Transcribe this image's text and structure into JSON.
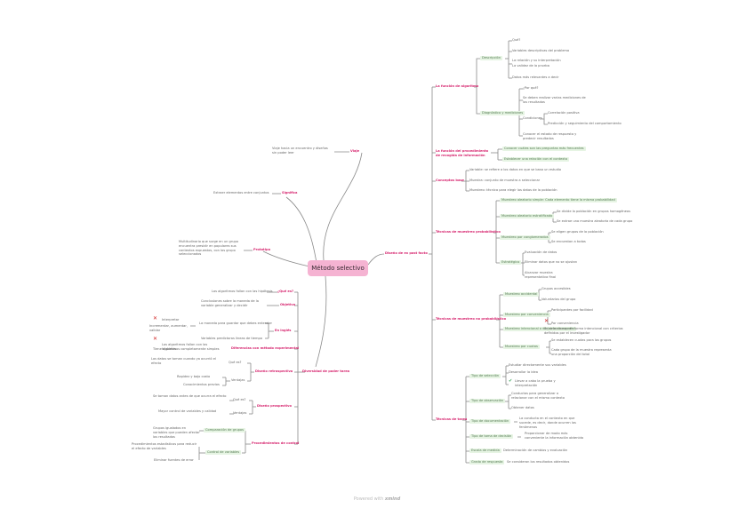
{
  "root": "Método selectivo",
  "left": {
    "viaje": {
      "label": "Viaje",
      "text": "Viaje hacia un encuentro y diseños sin poder leer"
    },
    "significa": {
      "label": "Significa",
      "text": "Extraer elementos entre conjuntos"
    },
    "prototipo": {
      "label": "Prototipo",
      "text": "Multitudinario que surge en un grupo encuentra presidir en populares sus contextos expuestos, con los grupo seleccionados"
    },
    "diversidad": {
      "label": "Diversidad de poder tarea",
      "que_es": {
        "label": "¿Qué es?",
        "text": "Los algoritmos fallan con las hipótesis"
      },
      "objetivo": {
        "label": "Objetivo",
        "text": "Conclusiones sobre la moneda de la variable generalizar y decidir"
      },
      "en_ingles": {
        "label": "En inglés",
        "items": [
          "La moneda para guardar que debes entender",
          "Incrementar, aumentar, validar",
          "Variables predictoras lineas de tiempo"
        ],
        "marked": "Interpretar",
        "marked_note": "Los algoritmos fallan con las hipótesis"
      },
      "diferencias": {
        "label": "Diferencias con método experimental",
        "text": "Tiene algoritmos completamente simples"
      },
      "retrospectivo": {
        "label": "Diseño retrospectivo",
        "a": "Los datos se toman cuando ya ocurrió el efecto",
        "a_label": "Qué es?",
        "b_label": "Ventajas",
        "b1": "Rapidez y bajo costo",
        "b2": "Conocimientos previos"
      },
      "prospectivo": {
        "label": "Diseño prospectivo",
        "a": "Se toman datos antes de que ocurra el efecto",
        "a_label": "Qué es?",
        "b": "Mayor control de variables y calidad",
        "b_label": "Ventajas"
      },
      "procedimientos": {
        "label": "Procedimientos de control",
        "c1": "Comparación de grupos",
        "c1_text": "Grupos igualados en variables que pueden afectar los resultados",
        "c2": "Control de variables",
        "c2_text": "Procedimientos estadísticos para reducir el efecto de variables",
        "c2_extra": "Eliminar fuentes de error"
      }
    }
  },
  "right": {
    "title": "Diseño de ex post facto",
    "b1": {
      "label": "La función de algoritmo",
      "g1": "Descripción",
      "g1_items": [
        "Qué?",
        "Variables descriptivas del problema",
        "La relación y su interpretación",
        "La validez de la prueba",
        "Datos más relevantes a decir"
      ],
      "g2": "Diagnóstico y mediciones",
      "g2_items": [
        "¿Por qué?",
        "Se deben realizar varias mediciones de los resultados"
      ],
      "g2_sub": "Condiciones",
      "g2_sub_items": [
        "Correlación positiva",
        "Predicción y seguimiento del comportamiento"
      ],
      "g2_last": "Conocer el estado de respuesta y predecir resultados"
    },
    "b2": {
      "label": "La función del procedimiento de recogida de información",
      "items": [
        "Conocer cuáles son las preguntas más frecuentes",
        "Establecer una relación con el contexto"
      ]
    },
    "b3": {
      "label": "Conceptos base",
      "items": [
        "Variable: se refiere a los datos en que se basa un estudio",
        "Muestra: conjunto de muestra a seleccionar",
        "Muestreo: técnica para elegir los datos de la población"
      ]
    },
    "b4": {
      "label": "Técnicas de muestreo probabilístico",
      "items": [
        "Muestreo aleatorio simple: Cada elemento tiene la misma probabilidad",
        "Muestreo aleatorio estratificado",
        "Muestreo por conglomerados",
        "Estratégico"
      ],
      "s2": [
        "Se divide la población en grupos homogéneos",
        "Se extrae una muestra aleatoria de cada grupo"
      ],
      "s3": [
        "Se eligen grupos de la población",
        "Se encuestan a todos"
      ],
      "s4": [
        "Evaluación de datos",
        "Eliminar datos que no se ajustan",
        "Alcanzar muestra representativa final"
      ]
    },
    "b5": {
      "label": "Técnicas de muestreo no probabilístico",
      "items": [
        "Muestreo accidental",
        "Muestreo por conveniencia",
        "Muestreo intencional o de juicio de experto",
        "Muestreo por cuotas"
      ],
      "s1": [
        "Grupos accesibles",
        "Voluntarios del grupo"
      ],
      "s2": [
        "Participantes por facilidad"
      ],
      "s2_marked": "Por conveniencia",
      "s3": "Se seleccionan de forma intencional con criterios definidos por el investigador",
      "s4": [
        "Se establecen cuotas para los grupos",
        "Cada grupo de la muestra representa una proporción del total"
      ]
    },
    "b6": {
      "label": "Técnicas de tarea",
      "items": [
        "Tipo de selección",
        "Tipo de observación",
        "Tipo de documentación",
        "Tipo de toma de decisión",
        "Escala de medida",
        "Grado de respuesta"
      ],
      "t1": [
        "Estudiar directamente sus variables",
        "Desarrollar la idea",
        "Llevar a cabo la prueba y interpretación"
      ],
      "t2": "Conductas para generalizar o relacionar con el mismo contexto",
      "t2b": "Obtener datos",
      "t3": "La conducta en el contexto en que sucede, es decir, donde ocurren los fenómenos",
      "t4": "Proporcionar de modo más conveniente la información obtenida",
      "t5": "Determinación de cambios y evaluación",
      "t6": "Se consideran los resultados obtenidos"
    }
  },
  "footer": {
    "prefix": "Powered with",
    "brand": "xmind"
  },
  "colors": {
    "accent": "#d6246e",
    "root_bg": "#f5b3d2",
    "group_bg": "#e6f4e3",
    "line": "#8a8a8a"
  }
}
